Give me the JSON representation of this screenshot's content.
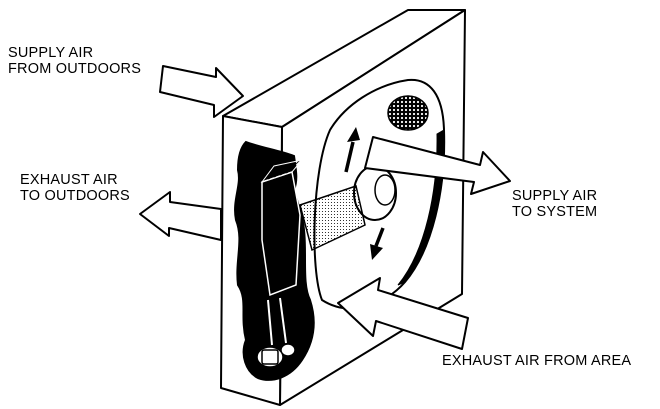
{
  "labels": {
    "supply_from_outdoors": [
      "SUPPLY AIR",
      "FROM OUTDOORS"
    ],
    "exhaust_to_outdoors": [
      "EXHAUST AIR",
      "TO OUTDOORS"
    ],
    "supply_to_system": [
      "SUPPLY AIR",
      "TO SYSTEM"
    ],
    "exhaust_from_area": [
      "EXHAUST AIR FROM AREA"
    ]
  },
  "colors": {
    "ink": "#000000",
    "paper": "#ffffff"
  }
}
